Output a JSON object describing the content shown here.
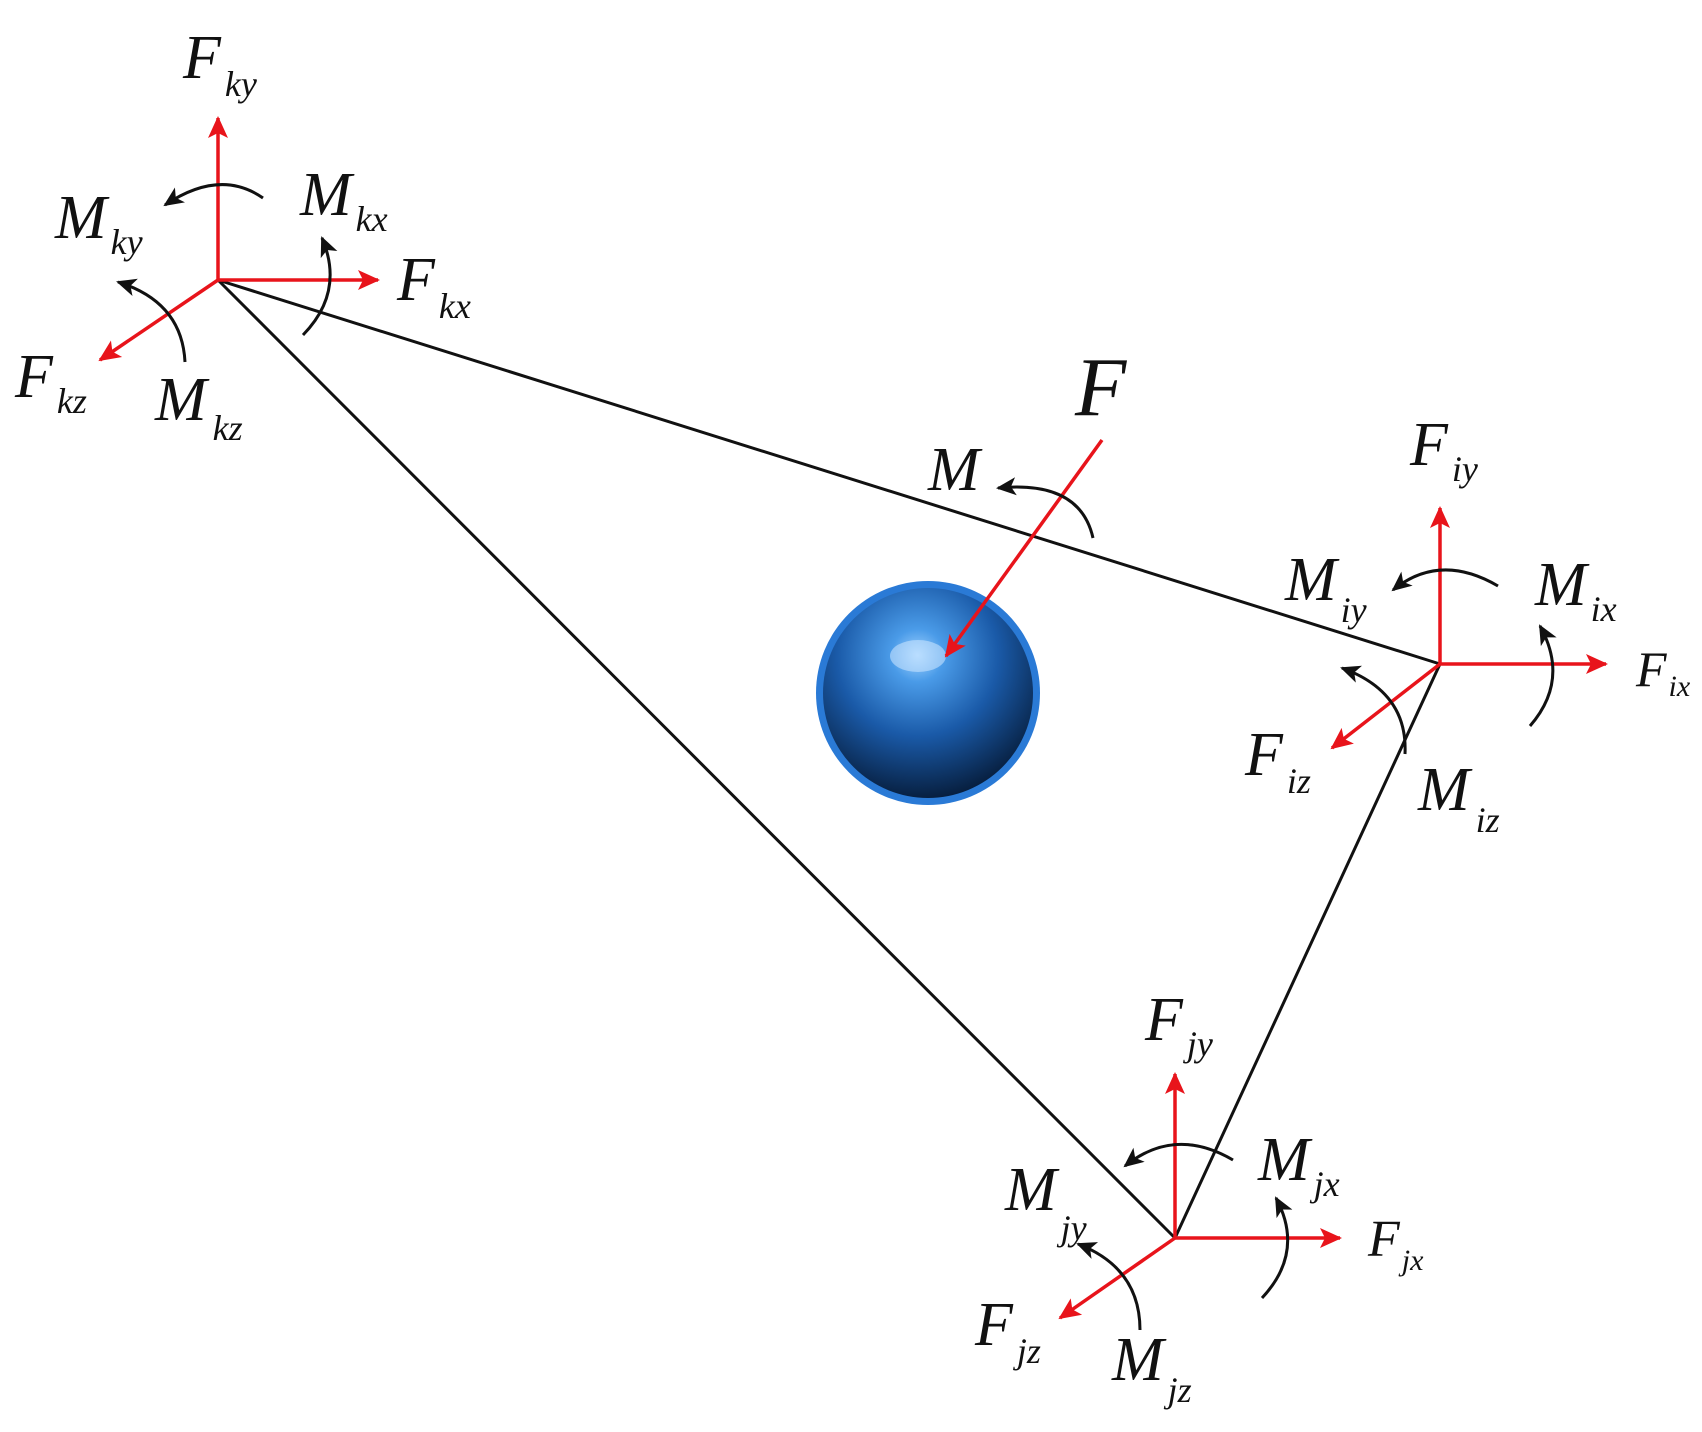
{
  "labels": {
    "F_ky": {
      "main": "F",
      "sub": "ky"
    },
    "M_ky": {
      "main": "M",
      "sub": "ky"
    },
    "M_kx": {
      "main": "M",
      "sub": "kx"
    },
    "F_kx": {
      "main": "F",
      "sub": "kx"
    },
    "F_kz": {
      "main": "F",
      "sub": "kz"
    },
    "M_kz": {
      "main": "M",
      "sub": "kz"
    },
    "F": {
      "main": "F"
    },
    "M": {
      "main": "M"
    },
    "F_iy": {
      "main": "F",
      "sub": "iy"
    },
    "M_iy": {
      "main": "M",
      "sub": "iy"
    },
    "M_ix": {
      "main": "M",
      "sub": "ix"
    },
    "F_ix": {
      "main": "F",
      "sub": "ix"
    },
    "F_iz": {
      "main": "F",
      "sub": "iz"
    },
    "M_iz": {
      "main": "M",
      "sub": "iz"
    },
    "F_jy": {
      "main": "F",
      "sub": "jy"
    },
    "M_jy": {
      "main": "M",
      "sub": "jy"
    },
    "M_jx": {
      "main": "M",
      "sub": "jx"
    },
    "F_jx": {
      "main": "F",
      "sub": "jx"
    },
    "F_jz": {
      "main": "F",
      "sub": "jz"
    },
    "M_jz": {
      "main": "M",
      "sub": "jz"
    }
  },
  "colors": {
    "force": "#e8141b",
    "moment": "#111111",
    "edge": "#111111",
    "sphere": "#1f6fd1"
  }
}
